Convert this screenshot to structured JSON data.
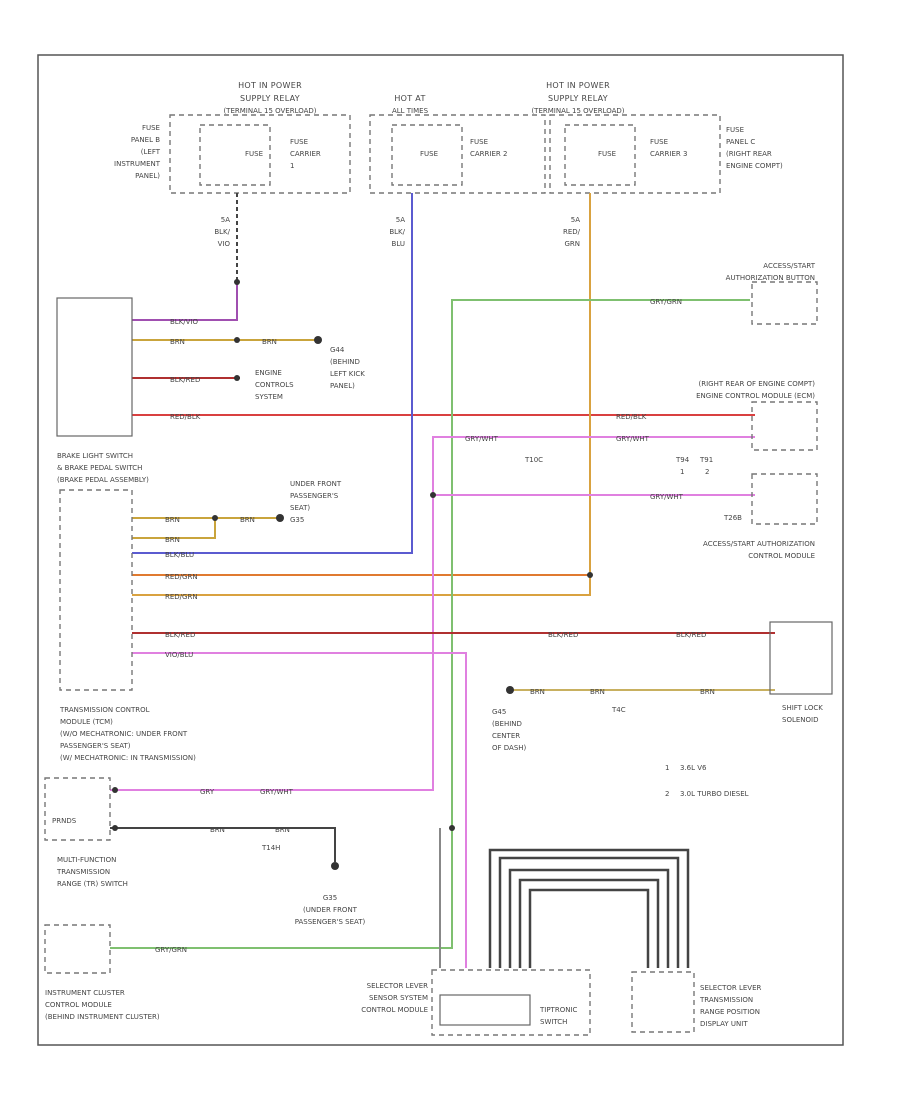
{
  "relays": {
    "left": [
      "HOT IN POWER",
      "SUPPLY RELAY",
      "(TERMINAL 15 OVERLOAD)"
    ],
    "hot_at_all_times": [
      "HOT AT",
      "ALL TIMES"
    ],
    "right": [
      "HOT IN POWER",
      "SUPPLY RELAY",
      "(TERMINAL 15 OVERLOAD)"
    ]
  },
  "fuse_panels": {
    "b_left": [
      "FUSE",
      "PANEL B",
      "(LEFT",
      "INSTRUMENT",
      "PANEL)"
    ],
    "c_right": [
      "FUSE",
      "PANEL C",
      "(RIGHT REAR",
      "ENGINE COMPT)"
    ]
  },
  "fuses": {
    "f1": "FUSE",
    "f2": "FUSE",
    "f3": "FUSE",
    "carrier_1": [
      "FUSE",
      "CARRIER",
      "1"
    ],
    "carrier_2": [
      "FUSE",
      "CARRIER 2"
    ],
    "carrier_3": [
      "FUSE",
      "CARRIER 3"
    ]
  },
  "feed_wires": {
    "w1": [
      "5A",
      "BLK/",
      "VIO"
    ],
    "w2": [
      "5A",
      "BLK/",
      "BLU"
    ],
    "w3": [
      "5A",
      "RED/",
      "GRN"
    ]
  },
  "components": {
    "access_button": [
      "ACCESS/START",
      "AUTHORIZATION BUTTON"
    ],
    "engine_control_module": [
      "(RIGHT REAR OF ENGINE COMPT)",
      "ENGINE CONTROL MODULE (ECM)"
    ],
    "access_control_module": [
      "ACCESS/START AUTHORIZATION",
      "CONTROL MODULE"
    ],
    "brake_switch": [
      "BRAKE LIGHT SWITCH",
      "& BRAKE PEDAL SWITCH",
      "(BRAKE PEDAL ASSEMBLY)"
    ],
    "tcm": [
      "TRANSMISSION CONTROL",
      "MODULE (TCM)",
      "(W/O MECHATRONIC: UNDER FRONT",
      "PASSENGER'S SEAT)",
      "(W/ MECHATRONIC: IN TRANSMISSION)"
    ],
    "range_switch": [
      "MULTI-FUNCTION",
      "TRANSMISSION",
      "RANGE (TR) SWITCH"
    ],
    "prnds": "PRNDS",
    "shift_lock": [
      "SHIFT LOCK",
      "SOLENOID"
    ],
    "instrument_cluster": [
      "INSTRUMENT CLUSTER",
      "CONTROL MODULE",
      "(BEHIND INSTRUMENT CLUSTER)"
    ],
    "selector_sensor": [
      "SELECTOR LEVER",
      "SENSOR SYSTEM",
      "CONTROL MODULE"
    ],
    "tiptronic": [
      "TIPTRONIC",
      "SWITCH"
    ],
    "selector_display": [
      "SELECTOR LEVER",
      "TRANSMISSION",
      "RANGE POSITION",
      "DISPLAY UNIT"
    ],
    "engine_controls": [
      "ENGINE",
      "CONTROLS",
      "SYSTEM"
    ]
  },
  "grounds": {
    "g44": [
      "G44",
      "(BEHIND",
      "LEFT KICK",
      "PANEL)"
    ],
    "g_under_seat": [
      "UNDER FRONT",
      "PASSENGER'S",
      "SEAT)",
      "G35"
    ],
    "g45": [
      "G45",
      "(BEHIND",
      "CENTER",
      "OF DASH)"
    ],
    "g35b": [
      "G35",
      "(UNDER FRONT",
      "PASSENGER'S SEAT)"
    ]
  },
  "connectors": {
    "t10c": "T10C",
    "t4c": "T4C",
    "t14h": "T14H",
    "t26b": "T26B",
    "t94": "T94",
    "t91": "T91",
    "t94_n": "1",
    "t91_n": "2"
  },
  "wire_labels": {
    "blk_vio": "BLK/VIO",
    "brn": "BRN",
    "blk_red": "BLK/RED",
    "red_blk": "RED/BLK",
    "gry_grn": "GRY/GRN",
    "gry_wht": "GRY/WHT",
    "blk_blu": "BLK/BLU",
    "red_grn": "RED/GRN",
    "vio_blu": "VIO/BLU",
    "gry": "GRY"
  },
  "notes": {
    "n1": [
      "1",
      "3.6L V6"
    ],
    "n2": [
      "2",
      "3.0L TURBO DIESEL"
    ]
  },
  "colors": {
    "violet": "#a04fb0",
    "yellow_brown": "#c9a43c",
    "red_black": "#b03030",
    "red": "#d94040",
    "blue": "#5b5bd0",
    "orange": "#e07a30",
    "tan": "#d9a240",
    "green": "#7fc070",
    "pink": "#e080e0",
    "black": "#444444",
    "grey": "#888888",
    "khaki": "#c8b060"
  }
}
